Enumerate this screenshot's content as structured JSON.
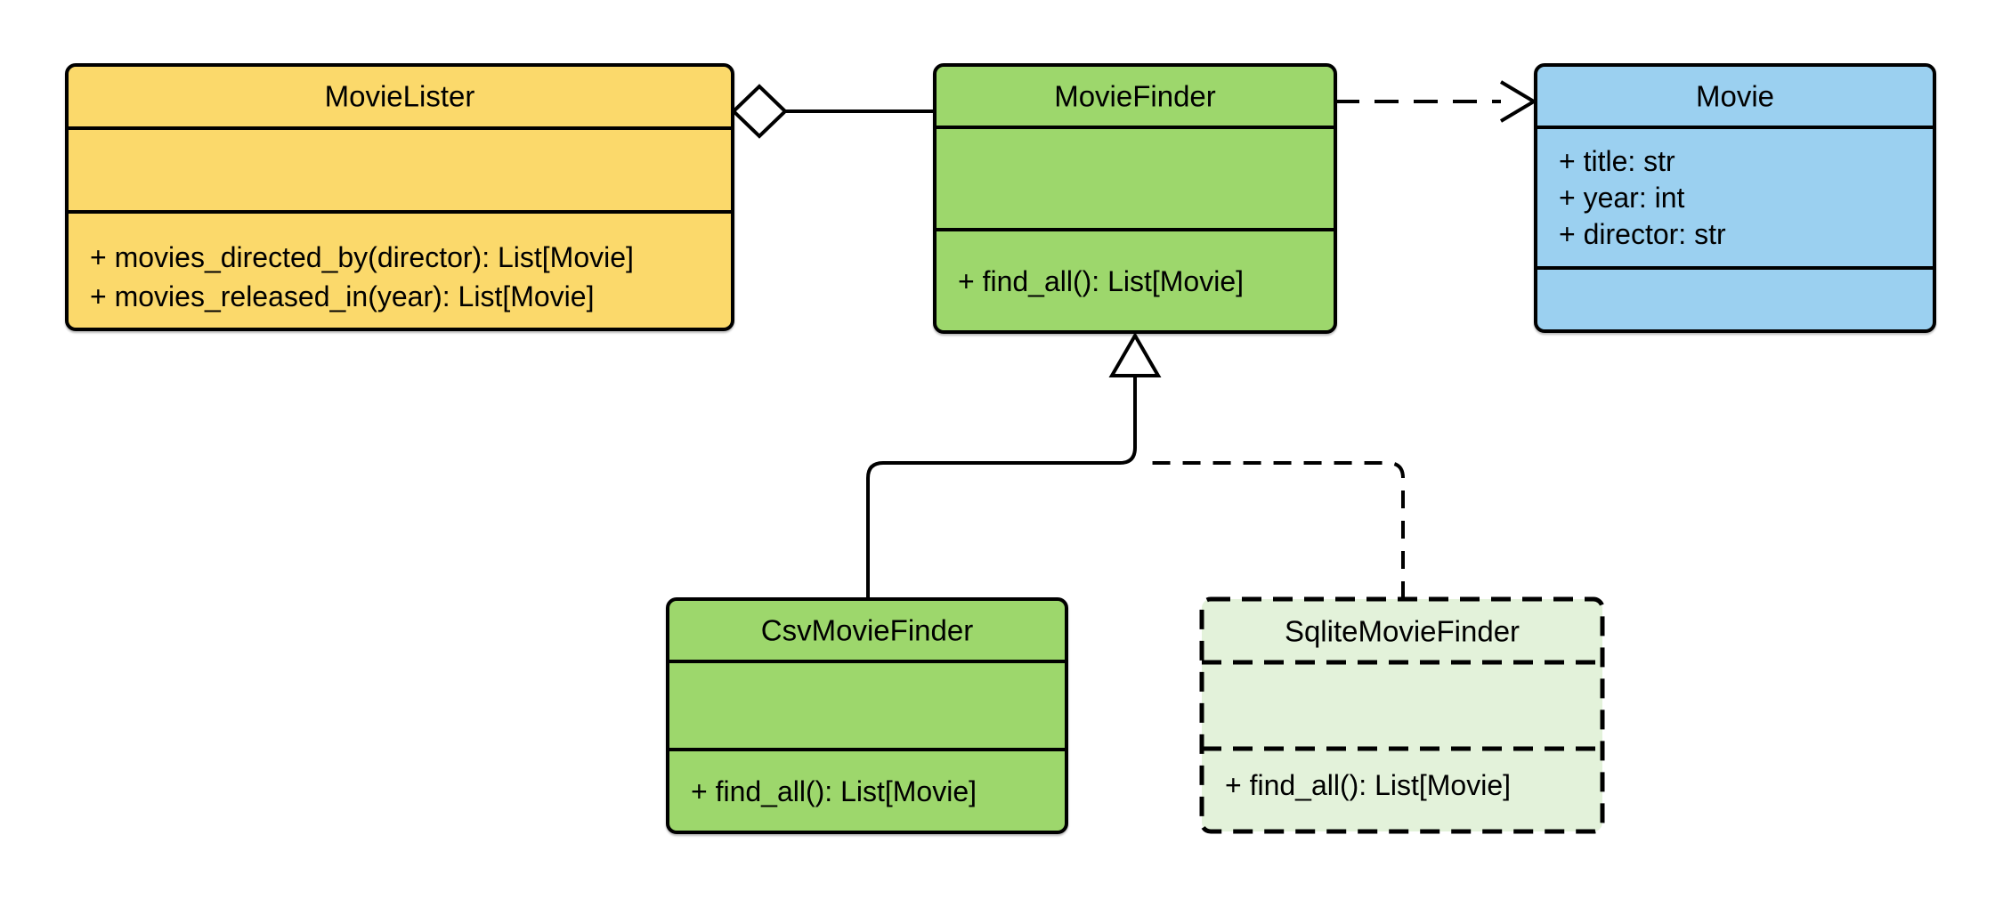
{
  "diagram": {
    "type": "uml-class-diagram",
    "background": "#ffffff",
    "line_color": "#000000"
  },
  "classes": {
    "movie_lister": {
      "name": "MovieLister",
      "attributes": [],
      "methods": [
        "+ movies_directed_by(director): List[Movie]",
        "+ movies_released_in(year): List[Movie]"
      ],
      "fill": "#FBD96B",
      "border": "solid"
    },
    "movie_finder": {
      "name": "MovieFinder",
      "attributes": [],
      "methods": [
        "+ find_all(): List[Movie]"
      ],
      "fill": "#9DD76C",
      "border": "solid"
    },
    "movie": {
      "name": "Movie",
      "attributes": [
        "+ title: str",
        "+ year: int",
        "+ director: str"
      ],
      "methods": [],
      "fill": "#9BD0F0",
      "border": "solid"
    },
    "csv_movie_finder": {
      "name": "CsvMovieFinder",
      "attributes": [],
      "methods": [
        "+ find_all(): List[Movie]"
      ],
      "fill": "#9DD76C",
      "border": "solid"
    },
    "sqlite_movie_finder": {
      "name": "SqliteMovieFinder",
      "attributes": [],
      "methods": [
        "+ find_all(): List[Movie]"
      ],
      "fill": "#E3F2DA",
      "border": "dashed"
    }
  },
  "relationships": [
    {
      "from": "MovieLister",
      "to": "MovieFinder",
      "type": "aggregation",
      "line": "solid",
      "marker": "hollow-diamond"
    },
    {
      "from": "MovieFinder",
      "to": "Movie",
      "type": "dependency",
      "line": "dashed",
      "marker": "open-arrow"
    },
    {
      "from": "CsvMovieFinder",
      "to": "MovieFinder",
      "type": "inheritance",
      "line": "solid",
      "marker": "hollow-triangle"
    },
    {
      "from": "SqliteMovieFinder",
      "to": "MovieFinder",
      "type": "inheritance",
      "line": "dashed",
      "marker": "hollow-triangle"
    }
  ]
}
